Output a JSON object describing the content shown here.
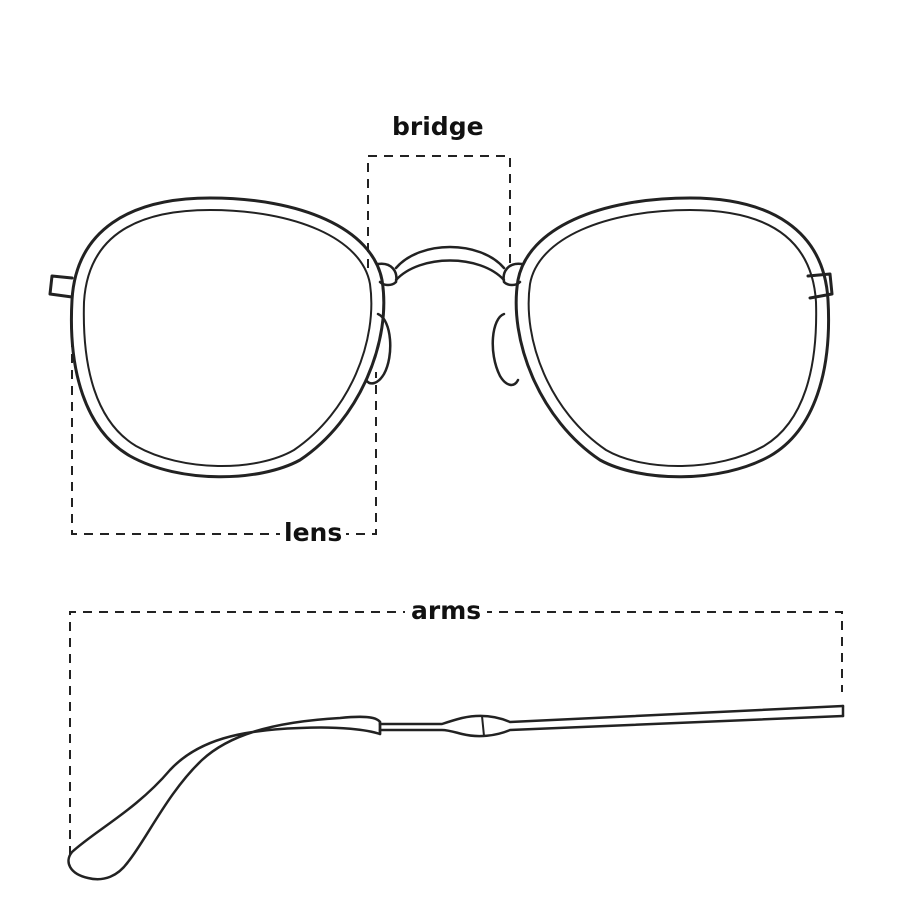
{
  "labels": {
    "bridge": "bridge",
    "lens": "lens",
    "arms": "arms"
  },
  "colors": {
    "stroke": "#222222",
    "background": "#ffffff"
  }
}
